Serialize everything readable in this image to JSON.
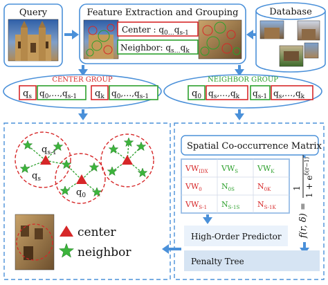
{
  "top": {
    "query_label": "Query",
    "feature_title": "Feature Extraction and Grouping",
    "center_label": "Center : q",
    "center_sub": "0…",
    "center_q": "q",
    "center_sub2": "s-1",
    "neighbor_label": "Neighbor: q",
    "neighbor_sub": "s…",
    "neighbor_q": "q",
    "neighbor_sub2": "k",
    "database_label": "Database"
  },
  "groups": {
    "center_title": "CENTER GROUP",
    "neighbor_title": "NEIGHBOR GROUP",
    "center_cells": [
      {
        "main": "q",
        "sub": "s"
      },
      {
        "main": "q",
        "sub": "0",
        "main2": ",…,q",
        "sub2": "s-1"
      },
      {
        "main": "q",
        "sub": "k"
      },
      {
        "main": "q",
        "sub": "0",
        "main2": ",…,q",
        "sub2": "s-1"
      }
    ],
    "neighbor_cells": [
      {
        "main": "q",
        "sub": "0"
      },
      {
        "main": "q",
        "sub": "s",
        "main2": ",…,q",
        "sub2": "k"
      },
      {
        "main": "q",
        "sub": "s-1"
      },
      {
        "main": "q",
        "sub": "s",
        "main2": ",…,q",
        "sub2": "k"
      }
    ]
  },
  "graph": {
    "labels": [
      {
        "main": "q",
        "sub": "s-1"
      },
      {
        "main": "q",
        "sub": "s"
      },
      {
        "main": "q",
        "sub": "0"
      }
    ]
  },
  "matrix": {
    "title": "Spatial Co-occurrence Matrix",
    "cells": [
      {
        "main": "VW",
        "sub": "IDX",
        "color": "#d62728"
      },
      {
        "main": "VW",
        "sub": "S",
        "color": "#2ca02c"
      },
      {
        "main": "VW",
        "sub": "K",
        "color": "#2ca02c"
      },
      {
        "main": "VW",
        "sub": "0",
        "color": "#d62728"
      },
      {
        "main": "N",
        "sub": "0S",
        "color": "#2ca02c"
      },
      {
        "main": "N",
        "sub": "0K",
        "color": "#d62728"
      },
      {
        "main": "VW",
        "sub": "S-1",
        "color": "#d62728"
      },
      {
        "main": "N",
        "sub": "S-1S",
        "color": "#2ca02c"
      },
      {
        "main": "N",
        "sub": "S-1K",
        "color": "#d62728"
      }
    ],
    "formula_lhs": "f(r, δ) =",
    "formula_num": "1",
    "formula_den": "1 + e",
    "formula_exp": "δ(r−1)"
  },
  "pipeline": {
    "predictor": "High-Order Predictor",
    "penalty": "Penalty Tree"
  },
  "legend": {
    "center": "center",
    "neighbor": "neighbor"
  },
  "colors": {
    "blue": "#4a90d9",
    "red": "#d62728",
    "green": "#2ca02c"
  }
}
